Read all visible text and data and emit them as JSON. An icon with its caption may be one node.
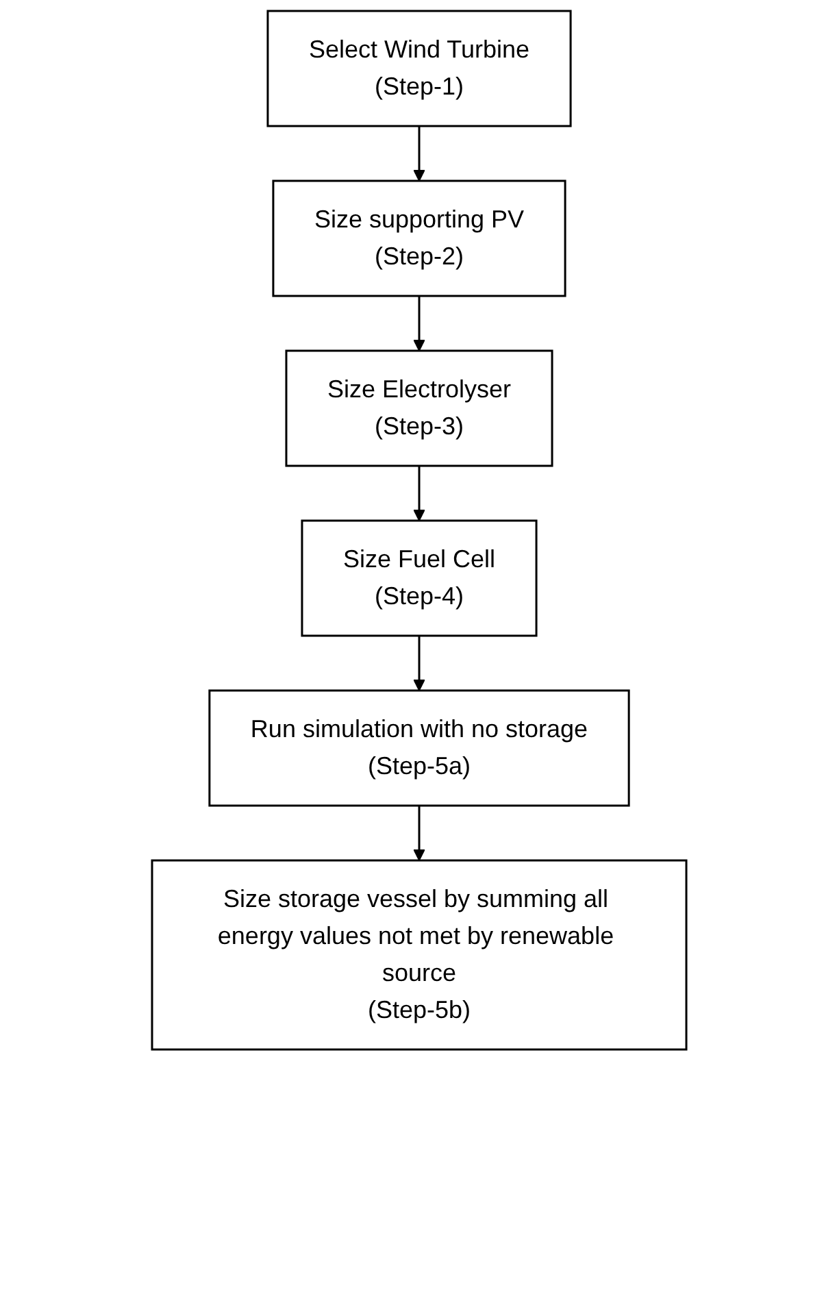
{
  "diagram": {
    "nodes": [
      {
        "text": [
          "Select Wind Turbine",
          "(Step-1)"
        ]
      },
      {
        "text": [
          "Size supporting PV",
          "(Step-2)"
        ]
      },
      {
        "text": [
          "Size Electrolyser",
          "(Step-3)"
        ]
      },
      {
        "text": [
          "Size Fuel Cell",
          "(Step-4)"
        ]
      },
      {
        "text": [
          "Run simulation with no storage",
          "(Step-5a)"
        ]
      },
      {
        "text": [
          "Size storage vessel by summing all energy values not met by renewable source",
          "(Step-5b)"
        ]
      }
    ],
    "edges": [
      {
        "from": 0,
        "to": 1,
        "arrow": "to"
      },
      {
        "from": 1,
        "to": 2,
        "arrow": "to"
      },
      {
        "from": 2,
        "to": 3,
        "arrow": "to"
      },
      {
        "from": 3,
        "to": 4,
        "arrow": "to"
      },
      {
        "from": 4,
        "to": 5,
        "arrow": "to"
      }
    ]
  }
}
